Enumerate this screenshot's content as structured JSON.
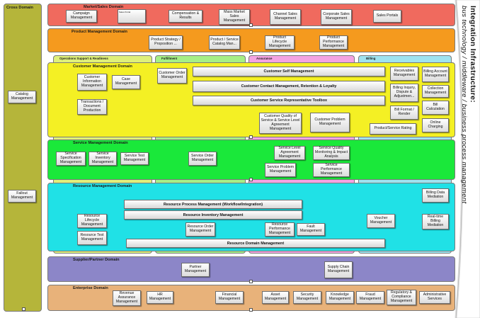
{
  "cross": {
    "title": "Cross Domain",
    "catalog": "Catalog Management",
    "fallout": "Fallout Management"
  },
  "market": {
    "title": "Market/Sales Domain",
    "small_box": "Sales Portal",
    "items": [
      "Campaign Management",
      "Compensation & Results",
      "Mass Market Sales Management",
      "Channel Sales Management",
      "Corporate Sales Management",
      "Sales Portals"
    ]
  },
  "product": {
    "title": "Product Management Domain",
    "items": [
      "Product Strategy / Proposition ...",
      "Product / Service Catalog Man...",
      "Product Lifecycle Management",
      "Product Performance Management"
    ]
  },
  "process_areas": [
    "Operations Support & Readiness",
    "Fulfillment",
    "Assurance",
    "Billing"
  ],
  "customer": {
    "title": "Customer Management Domain",
    "cim": "Customer Information Management",
    "case": "Case Management",
    "transactions": "Transactions / Document Production",
    "order": "Customer Order Management",
    "bars": [
      "Customer Self Management",
      "Customer Contact Management, Retention & Loyalty",
      "Customer Service Representative Toolbox"
    ],
    "quality": "Customer Quality of Service & Service Level Agreement Management",
    "problem": "Customer Problem Management",
    "receivables": "Receivables Management",
    "billing_inquiry": "Billing Inquiry, Dispute & Adjustmen...",
    "bill_format": "Bill Format / Render",
    "product_rating": "Product/Service Rating",
    "billing_account": "Billing Account Management",
    "collection": "Collection Management",
    "bill_calc": "Bill Calculation",
    "online_charging": "Online Charging"
  },
  "service": {
    "title": "Service Management Domain",
    "items": [
      "Service Specification Management",
      "Service Inventory Management",
      "Service Test Management",
      "Service Order Management",
      "Service Level Agreement Management",
      "Service Quality Monitoring & Impact Analysis",
      "Service Problem Management",
      "Service Performance Management"
    ]
  },
  "resource": {
    "title": "Resource Management Domain",
    "bars": [
      "Resource Process Management (Workflow/Integration)",
      "Resource Inventory Management",
      "Resource Domain Management"
    ],
    "items": [
      "Resource Lifecycle Management",
      "Resource Test Management",
      "Resource Order Management",
      "Resource Performance Management",
      "Fault Management",
      "Voucher Management",
      "Billing Data Mediation",
      "Real-time Billing Mediation"
    ]
  },
  "partner": {
    "title": "Supplier/Partner Domain",
    "items": [
      "Partner Management",
      "Supply Chain Management"
    ]
  },
  "enterprise": {
    "title": "Enterprise Domain",
    "items": [
      "Revenue Assurance Management",
      "HR Management",
      "Financial Management",
      "Asset Management",
      "Security Management",
      "Knowledge Management",
      "Fraud Management",
      "Regulatory & Compliance Management",
      "Administrative Services"
    ]
  },
  "side": {
    "title": "Integration Infrastructure:",
    "subtitle": "bus technology / middleware / business process management"
  },
  "colors": {
    "cross": "#b5b53a",
    "market": "#f06a5e",
    "product": "#f59a1e",
    "customer": "#f4f024",
    "service": "#1ae83a",
    "resource": "#20e1e6",
    "partner": "#8c86c8",
    "enterprise": "#e8b27a"
  }
}
